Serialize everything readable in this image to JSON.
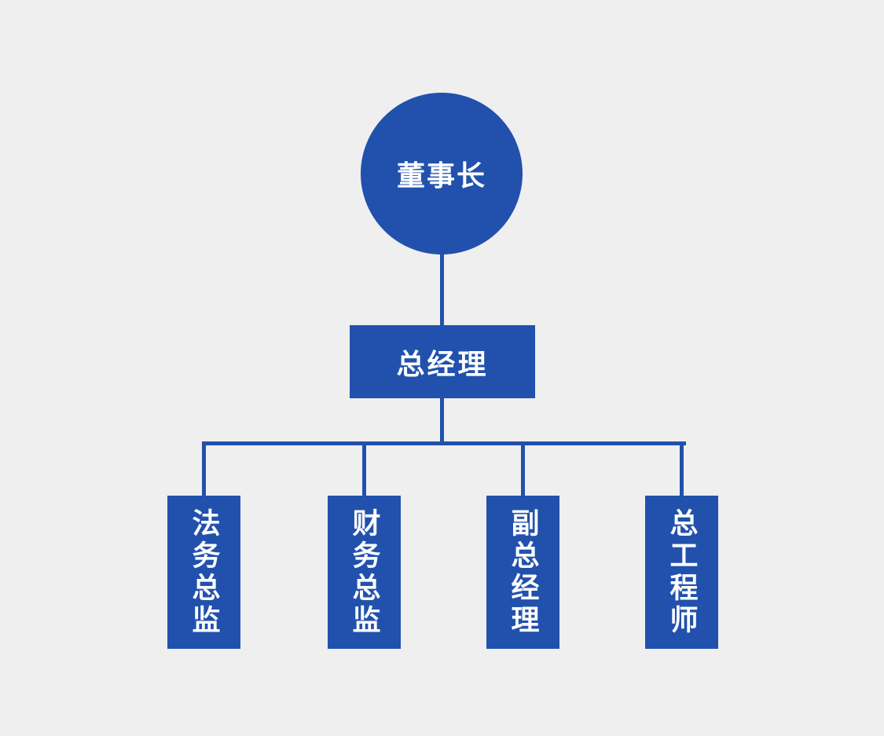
{
  "colors": {
    "bg": "#efefef",
    "node_fill": "#2151ad",
    "line": "#2151ad",
    "text": "#ffffff"
  },
  "org_chart": {
    "type": "organization-chart",
    "root": {
      "label": "董事长",
      "shape": "circle"
    },
    "manager": {
      "label": "总经理",
      "shape": "rectangle"
    },
    "children": [
      {
        "label": "法务总监",
        "shape": "vertical-rectangle"
      },
      {
        "label": "财务总监",
        "shape": "vertical-rectangle"
      },
      {
        "label": "副总经理",
        "shape": "vertical-rectangle"
      },
      {
        "label": "总工程师",
        "shape": "vertical-rectangle"
      }
    ]
  }
}
